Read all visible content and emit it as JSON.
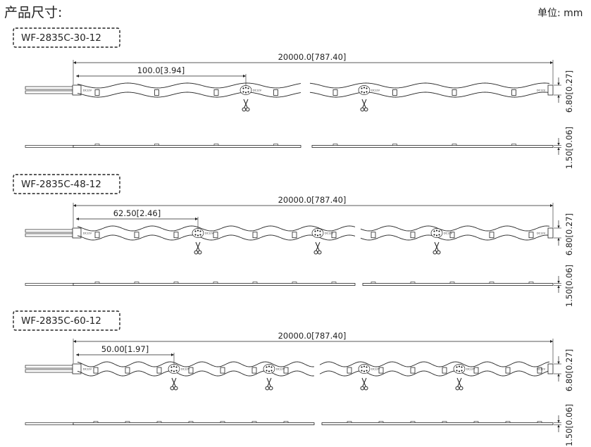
{
  "header": {
    "title": "产品尺寸:",
    "unit_label": "单位: mm"
  },
  "variants": [
    {
      "model": "WF-2835C-30-12",
      "total_length": "20000.0[787.40]",
      "cut_length": "100.0[3.94]",
      "width": "6.80[0.27]",
      "thickness": "1.50[0.06]",
      "pcb_label": "DC12V"
    },
    {
      "model": "WF-2835C-48-12",
      "total_length": "20000.0[787.40]",
      "cut_length": "62.50[2.46]",
      "width": "6.80[0.27]",
      "thickness": "1.50[0.06]",
      "pcb_label": "DC12V"
    },
    {
      "model": "WF-2835C-60-12",
      "total_length": "20000.0[787.40]",
      "cut_length": "50.00[1.97]",
      "width": "6.80[0.27]",
      "thickness": "1.50[0.06]",
      "pcb_label": "DC12V"
    }
  ],
  "colors": {
    "line": "#222222",
    "background": "#ffffff"
  },
  "icons": [
    "scissors-icon"
  ]
}
